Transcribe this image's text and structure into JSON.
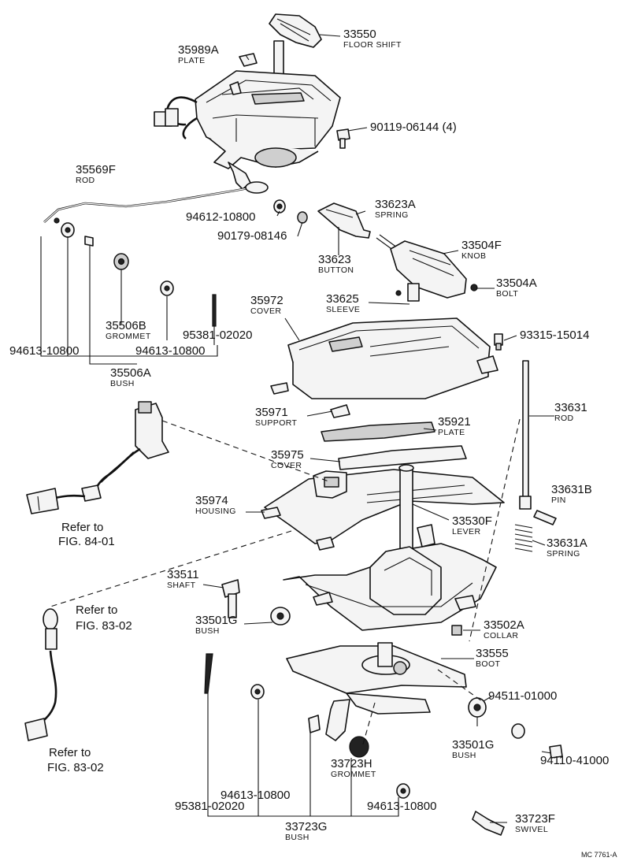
{
  "callouts": [
    {
      "id": "c33550",
      "number": "33550",
      "name": "FLOOR SHIFT"
    },
    {
      "id": "c35989A",
      "number": "35989A",
      "name": "PLATE"
    },
    {
      "id": "c90119",
      "number": "90119-06144 (4)",
      "name": ""
    },
    {
      "id": "c35569F",
      "number": "35569F",
      "name": "ROD"
    },
    {
      "id": "c94612",
      "number": "94612-10800",
      "name": ""
    },
    {
      "id": "c90179",
      "number": "90179-08146",
      "name": ""
    },
    {
      "id": "c33623A",
      "number": "33623A",
      "name": "SPRING"
    },
    {
      "id": "c33623",
      "number": "33623",
      "name": "BUTTON"
    },
    {
      "id": "c33504F",
      "number": "33504F",
      "name": "KNOB"
    },
    {
      "id": "c33504A",
      "number": "33504A",
      "name": "BOLT"
    },
    {
      "id": "c35972",
      "number": "35972",
      "name": "COVER"
    },
    {
      "id": "c33625",
      "number": "33625",
      "name": "SLEEVE"
    },
    {
      "id": "c93315",
      "number": "93315-15014",
      "name": ""
    },
    {
      "id": "c35506B",
      "number": "35506B",
      "name": "GROMMET"
    },
    {
      "id": "c95381a",
      "number": "95381-02020",
      "name": ""
    },
    {
      "id": "c94613a",
      "number": "94613-10800",
      "name": ""
    },
    {
      "id": "c94613b",
      "number": "94613-10800",
      "name": ""
    },
    {
      "id": "c35506A",
      "number": "35506A",
      "name": "BUSH"
    },
    {
      "id": "c35971",
      "number": "35971",
      "name": "SUPPORT"
    },
    {
      "id": "c35921",
      "number": "35921",
      "name": "PLATE"
    },
    {
      "id": "c33631",
      "number": "33631",
      "name": "ROD"
    },
    {
      "id": "c35975",
      "number": "35975",
      "name": "COVER"
    },
    {
      "id": "c33631B",
      "number": "33631B",
      "name": "PIN"
    },
    {
      "id": "c35974",
      "number": "35974",
      "name": "HOUSING"
    },
    {
      "id": "c33530F",
      "number": "33530F",
      "name": "LEVER"
    },
    {
      "id": "c33631A",
      "number": "33631A",
      "name": "SPRING"
    },
    {
      "id": "c33511",
      "number": "33511",
      "name": "SHAFT"
    },
    {
      "id": "c33501Ga",
      "number": "33501G",
      "name": "BUSH"
    },
    {
      "id": "c33502A",
      "number": "33502A",
      "name": "COLLAR"
    },
    {
      "id": "c33555",
      "number": "33555",
      "name": "BOOT"
    },
    {
      "id": "c94511",
      "number": "94511-01000",
      "name": ""
    },
    {
      "id": "c33501Gb",
      "number": "33501G",
      "name": "BUSH"
    },
    {
      "id": "c94110",
      "number": "94110-41000",
      "name": ""
    },
    {
      "id": "c94613c",
      "number": "94613-10800",
      "name": ""
    },
    {
      "id": "c33723H",
      "number": "33723H",
      "name": "GROMMET"
    },
    {
      "id": "c94613d",
      "number": "94613-10800",
      "name": ""
    },
    {
      "id": "c95381b",
      "number": "95381-02020",
      "name": ""
    },
    {
      "id": "c33723G",
      "number": "33723G",
      "name": "BUSH"
    },
    {
      "id": "c33723F",
      "number": "33723F",
      "name": "SWIVEL"
    }
  ],
  "references": [
    {
      "id": "r1",
      "line1": "Refer to",
      "line2": "FIG. 84-01"
    },
    {
      "id": "r2",
      "line1": "Refer to",
      "line2": "FIG. 83-02"
    },
    {
      "id": "r3",
      "line1": "Refer to",
      "line2": "FIG. 83-02"
    }
  ],
  "drawing_code": "MC 7761-A"
}
